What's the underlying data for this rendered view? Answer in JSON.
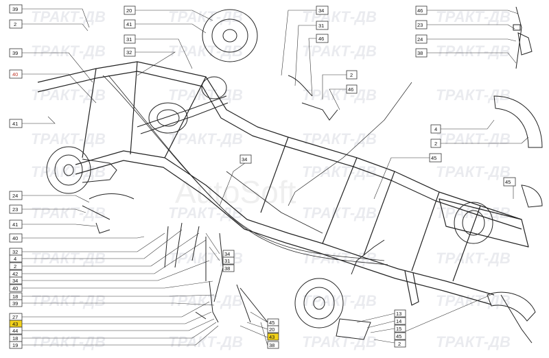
{
  "watermark_brand": "ТРАКТ-ДВ",
  "watermark_center": "AutoSoft",
  "callouts": {
    "left": [
      "39",
      "2",
      "39",
      "40",
      "41",
      "24",
      "23",
      "41",
      "40",
      "32",
      "4",
      "2",
      "42",
      "34",
      "40",
      "18",
      "39",
      "27",
      "43",
      "44",
      "18",
      "19"
    ],
    "top": [
      "20",
      "41",
      "31",
      "32"
    ],
    "center": [
      "34",
      "31",
      "46",
      "2",
      "46",
      "34"
    ],
    "right_top": [
      "46",
      "23",
      "24",
      "38"
    ],
    "right_mid": [
      "4",
      "2",
      "45",
      "45"
    ],
    "pedal": [
      "34",
      "31",
      "38"
    ],
    "bottom_center": [
      "45",
      "20",
      "43",
      "38"
    ],
    "bottom_right": [
      "13",
      "14",
      "15",
      "45",
      "2"
    ]
  },
  "highlight_colors": {
    "label_red": "#c0392b",
    "label_yellow": "#f2d21b"
  }
}
